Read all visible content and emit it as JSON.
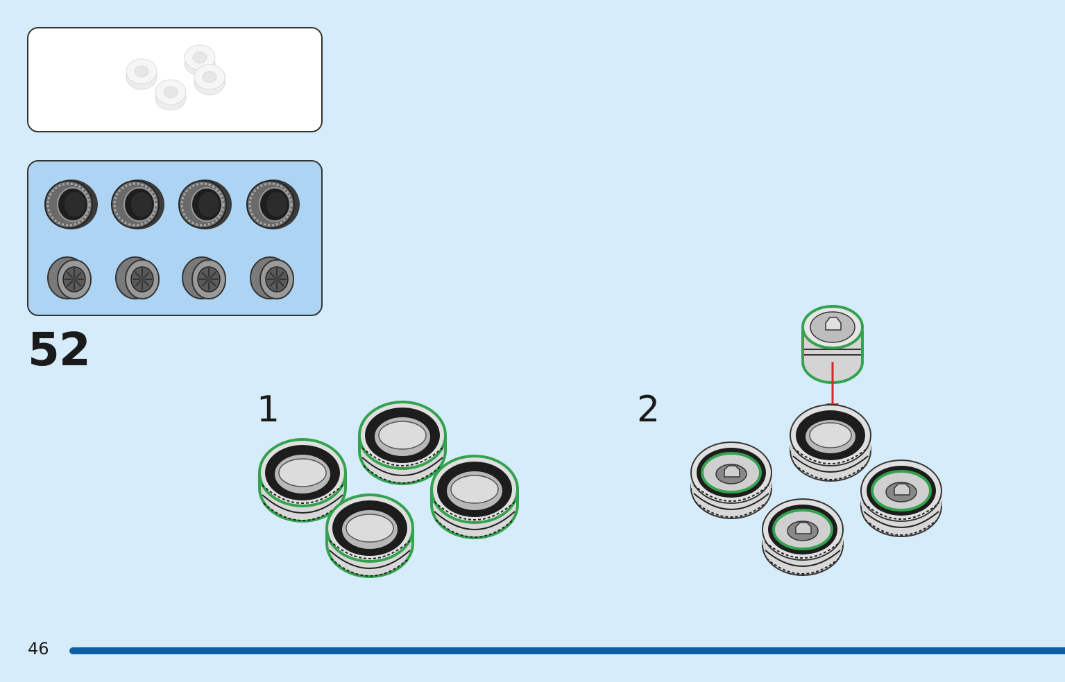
{
  "page": {
    "number": "46",
    "step_number": "52",
    "sub_steps": [
      "1",
      "2"
    ]
  },
  "colors": {
    "background": "#d6ecfa",
    "parts_panel": "#aed4f4",
    "highlight_outline": "#33a24e",
    "arrow": "#d12a2a",
    "page_bar": "#0d5ea6"
  },
  "parts_list": {
    "items": [
      {
        "icon": "tire-icon",
        "quantity_shown": 4
      },
      {
        "icon": "wheel-rim-icon",
        "quantity_shown": 4
      }
    ]
  },
  "submodel": {
    "icon": "wheel-assembly-icon",
    "count": 4
  }
}
